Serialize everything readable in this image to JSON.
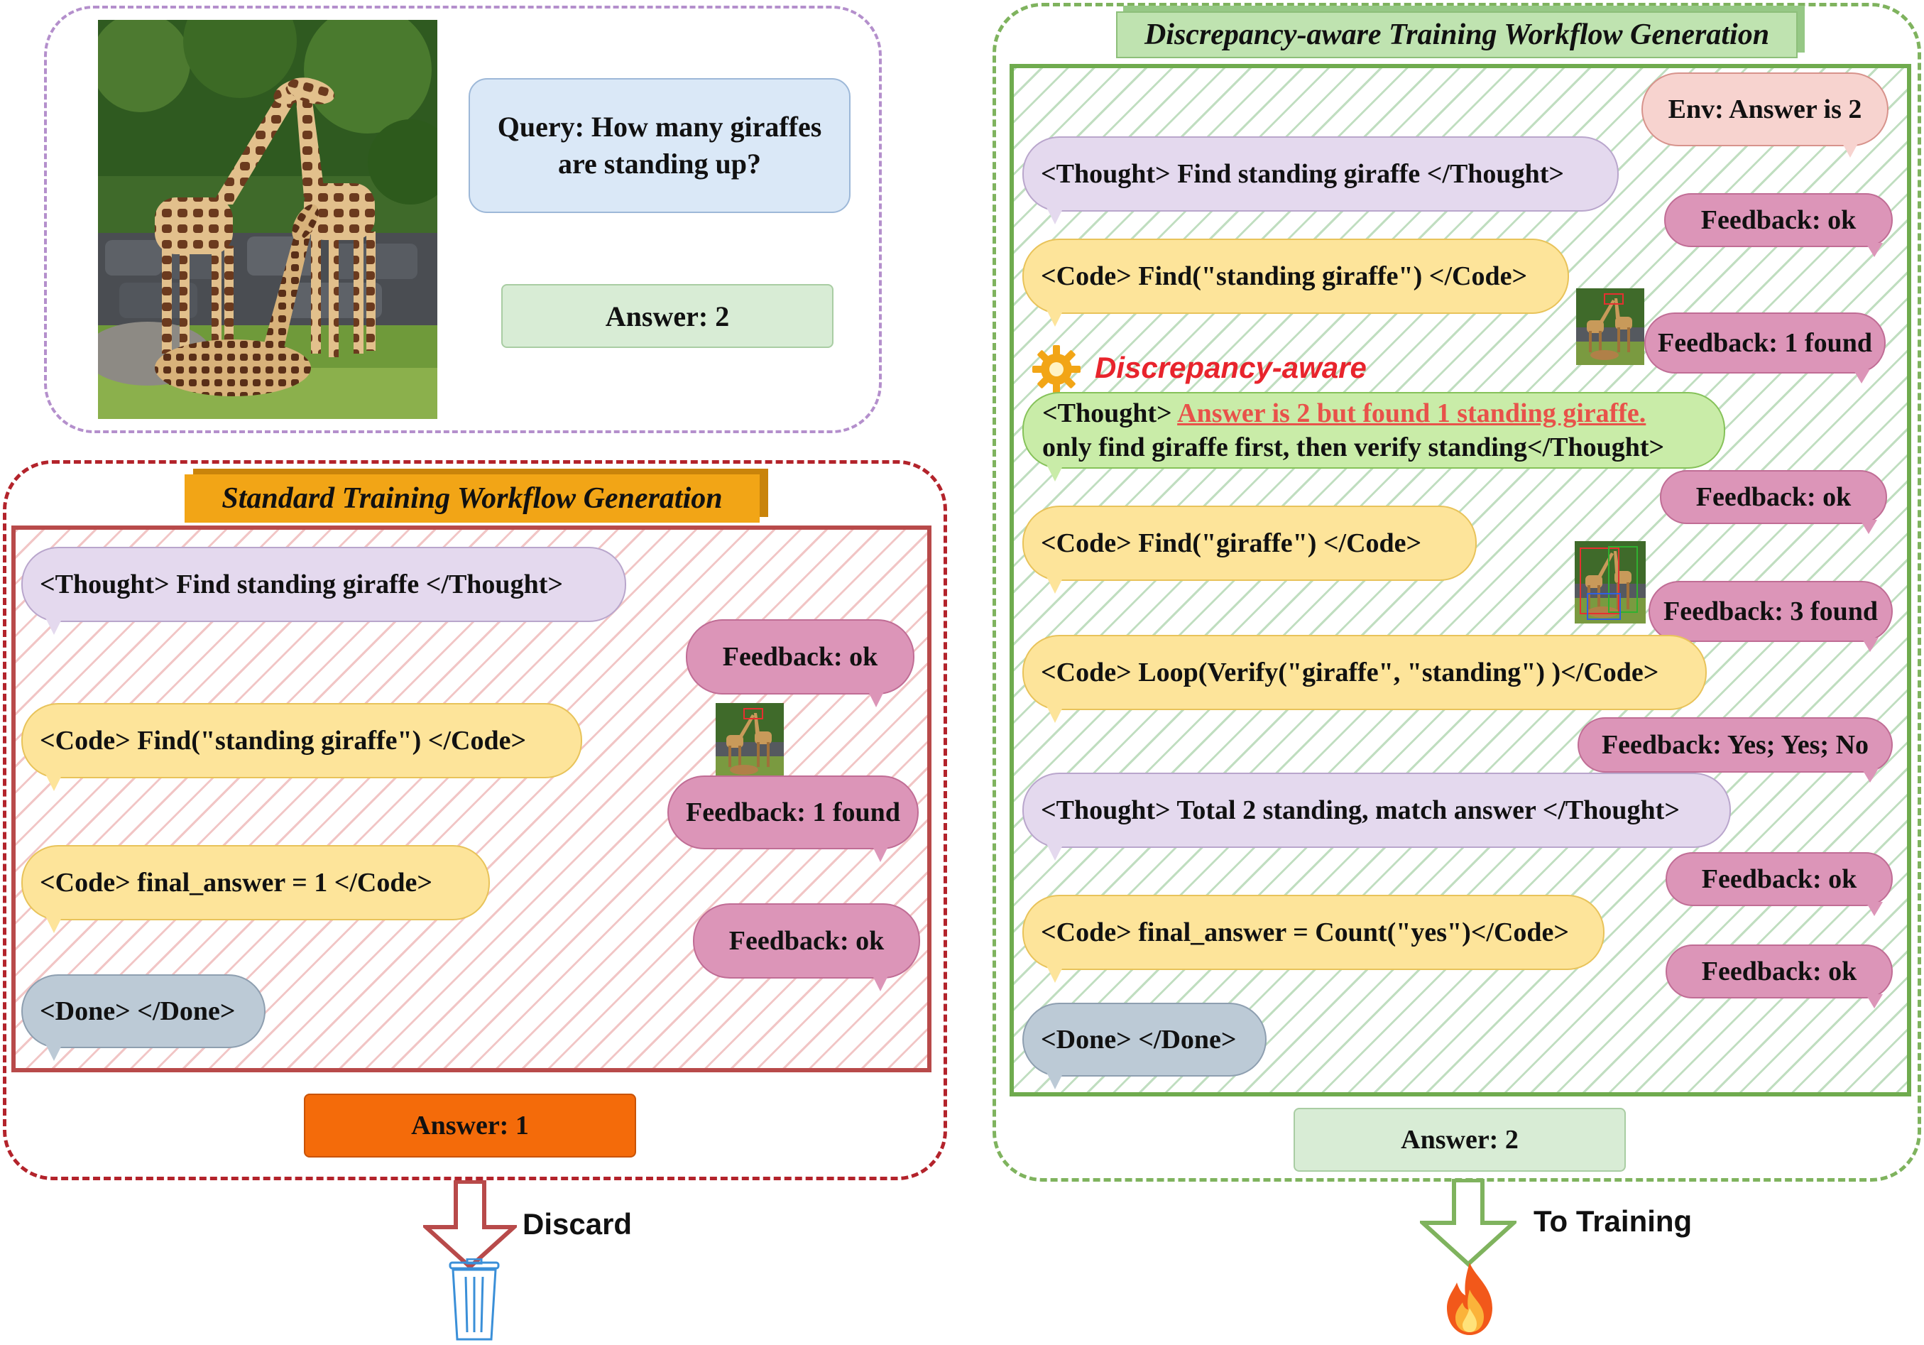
{
  "query": {
    "text_line1": "Query: How many giraffes",
    "text_line2": "are standing up?",
    "answer": "Answer: 2"
  },
  "standard": {
    "title": "Standard Training Workflow Generation",
    "thought1": "<Thought>  Find standing giraffe  </Thought>",
    "feedback1": "Feedback: ok",
    "code1": "<Code>  Find(\"standing giraffe\")  </Code>",
    "feedback2": "Feedback: 1 found",
    "code2": "<Code>  final_answer = 1  </Code>",
    "feedback3": "Feedback: ok",
    "done": "<Done>  </Done>",
    "answer": "Answer: 1",
    "outcome": "Discard"
  },
  "discrepancy": {
    "title": "Discrepancy-aware Training Workflow Generation",
    "env": "Env: Answer is 2",
    "thought1": "<Thought>  Find standing  giraffe </Thought>",
    "feedback1": "Feedback: ok",
    "code1": "<Code>  Find(\"standing giraffe\")  </Code>",
    "feedback2": "Feedback: 1 found",
    "aware_label": "Discrepancy-aware",
    "thought2_prefix": "<Thought>",
    "thought2_highlight": "Answer is 2 but found 1 standing giraffe.",
    "thought2_line2": "only find giraffe first, then verify standing</Thought>",
    "feedback3": "Feedback: ok",
    "code2": "<Code>  Find(\"giraffe\")  </Code>",
    "feedback4": "Feedback: 3 found",
    "code3": "<Code>  Loop(Verify(\"giraffe\", \"standing\") )</Code>",
    "feedback5": "Feedback: Yes; Yes; No",
    "thought3": "<Thought>  Total 2 standing, match answer </Thought>",
    "feedback6": "Feedback: ok",
    "code4": "<Code>  final_answer = Count(\"yes\")</Code>",
    "feedback7": "Feedback: ok",
    "done": "<Done>  </Done>",
    "answer": "Answer: 2",
    "outcome": "To Training"
  },
  "colors": {
    "query_box": "#b48fcc",
    "standard_box": "#b3232b",
    "discrepancy_box": "#7fb35e",
    "standard_title_bg": "#f2a516",
    "discrepancy_title_bg": "#bfe3b0",
    "answer_wrong": "#f46b0a",
    "answer_right": "#d8ecd5",
    "highlight_text": "#e8524a"
  },
  "icons": [
    "giraffe-photo",
    "gear-icon",
    "trash-icon",
    "fire-icon",
    "down-arrow-icon"
  ]
}
